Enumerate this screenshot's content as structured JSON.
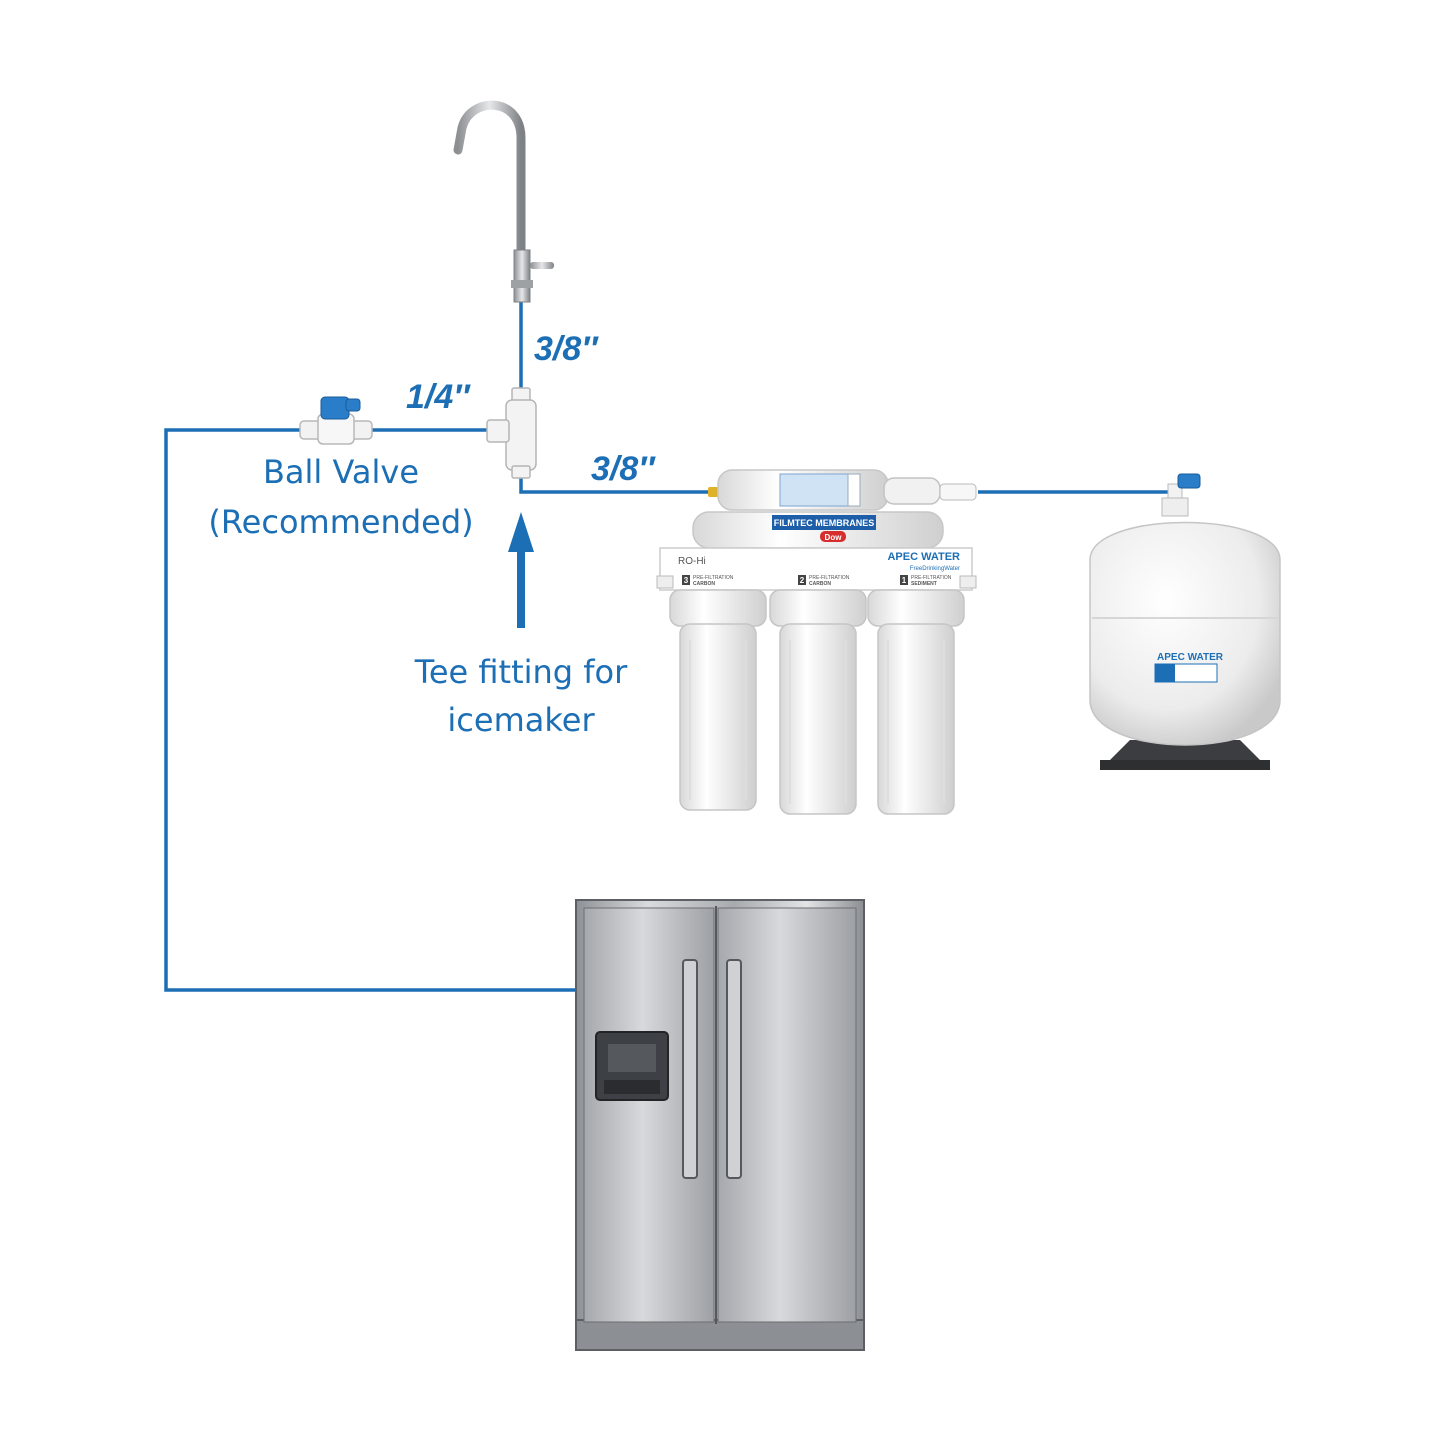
{
  "colors": {
    "pipe": "#1d6fb5",
    "label": "#1d6fb5",
    "fitting": "#f2f2f2",
    "valve_handle": "#2a7dc9",
    "steel": "#b9bcc0"
  },
  "labels": {
    "faucet_line_size": "3/8″",
    "valve_line_size": "1/4″",
    "filter_line_size": "3/8″",
    "ball_valve": "Ball Valve",
    "ball_valve_note": "(Recommended)",
    "tee_line1": "Tee fitting for",
    "tee_line2": "icemaker"
  },
  "filter_system": {
    "membrane_label": "FILMTEC MEMBRANES",
    "model": "RO-Hi",
    "brand": "APEC WATER",
    "brand_sub": "FreeDrinkingWater",
    "dow": "Dow",
    "stages": [
      {
        "number": "3",
        "line1": "PRE-FILTRATION",
        "line2": "CARBON"
      },
      {
        "number": "2",
        "line1": "PRE-FILTRATION",
        "line2": "CARBON"
      },
      {
        "number": "1",
        "line1": "PRE-FILTRATION",
        "line2": "SEDIMENT"
      }
    ]
  },
  "tank": {
    "brand": "APEC WATER"
  },
  "icons": [
    "faucet-icon",
    "ball-valve-icon",
    "tee-fitting-icon",
    "ro-filter-system-icon",
    "storage-tank-icon",
    "refrigerator-icon",
    "arrow-up-icon"
  ]
}
